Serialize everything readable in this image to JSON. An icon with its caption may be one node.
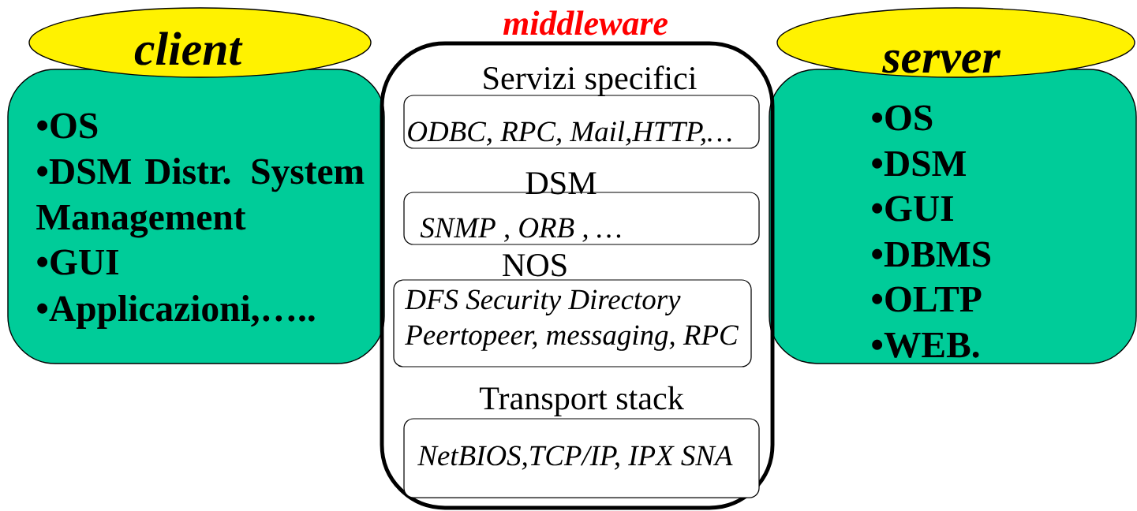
{
  "diagram": {
    "nodes": [
      {
        "text": [
          "client"
        ]
      },
      {
        "text": [
          "•OS",
          "•DSM Distr. System Management",
          "•GUI",
          "•Applicazioni,….."
        ]
      },
      {
        "text": [
          "middleware"
        ]
      },
      {
        "text": [
          "Servizi specifici",
          "ODBC, RPC, Mail,HTTP,…"
        ],
        "in": 2
      },
      {
        "text": [
          "DSM",
          "SNMP , ORB , …"
        ],
        "in": 2
      },
      {
        "text": [
          "NOS",
          "DFS    Security Directory",
          "Peertopeer,  messaging, RPC"
        ],
        "in": 2
      },
      {
        "text": [
          "Transport stack",
          "NetBIOS,TCP/IP, IPX SNA"
        ],
        "in": 2
      },
      {
        "text": [
          "server"
        ]
      },
      {
        "text": [
          "•OS",
          "•DSM",
          "•GUI",
          "•DBMS",
          "•OLTP",
          "•WEB."
        ]
      }
    ]
  }
}
